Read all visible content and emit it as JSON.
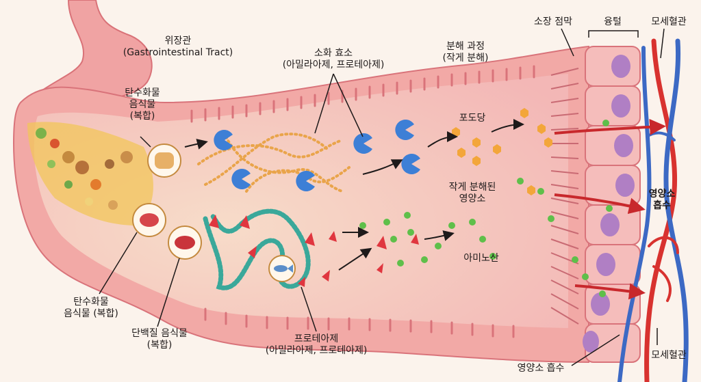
{
  "labels": {
    "gi_tract": [
      "위장관",
      "(Gastrointestinal Tract)"
    ],
    "enzyme": [
      "소화 효소",
      "(아밀라아제, 프로테아제)"
    ],
    "process": [
      "분해 과정",
      "(작게 분해)"
    ],
    "mucosa": "소장 점막",
    "villi": "융털",
    "capillary_top": "모세혈관",
    "carb_food_top": [
      "탄수화물",
      "음식물",
      "(복합)"
    ],
    "glucose": "포도당",
    "broken_nutrients": [
      "작게 분해된",
      "영양소"
    ],
    "nutrient_absorb_right": [
      "영양소",
      "흡수"
    ],
    "amino_acid": "아미노산",
    "carb_food_bottom": [
      "탄수화물",
      "음식물 (복합)"
    ],
    "protein_food": [
      "단백질 음식물",
      "(복합)"
    ],
    "protease": [
      "프로테아제",
      "(아밀라아제, 프로테아제)"
    ],
    "capillary_bottom": "모세혈관",
    "nutrient_absorb_bottom": "영양소 흡수"
  },
  "colors": {
    "tissue": "#f2a9a6",
    "tissue_dark": "#d9737a",
    "lumen": "#f7c6c4",
    "enzyme_blue": "#3d7fd6",
    "glucose_orange": "#f3a63a",
    "amino_green": "#5fbf4a",
    "protease_red": "#e0363f",
    "vein_blue": "#3c69c4",
    "artery_red": "#d8322f",
    "cell_nucleus": "#b07fc4"
  }
}
